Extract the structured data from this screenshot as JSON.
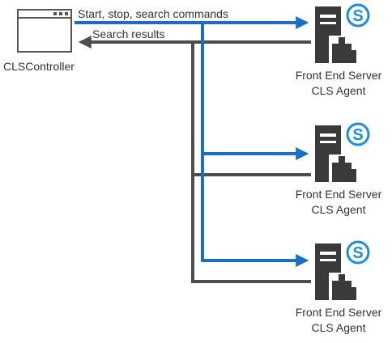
{
  "controller": {
    "label": "CLSController",
    "icon": "application-window-icon"
  },
  "connections": {
    "commands_label": "Start, stop, search commands",
    "results_label": "Search results",
    "commands_color": "#1a6fc4",
    "results_color": "#4d4d4d"
  },
  "servers": [
    {
      "line1": "Front End Server",
      "line2": "CLS Agent",
      "icon": "server-icon",
      "badge": "skype-icon"
    },
    {
      "line1": "Front End Server",
      "line2": "CLS Agent",
      "icon": "server-icon",
      "badge": "skype-icon"
    },
    {
      "line1": "Front End Server",
      "line2": "CLS Agent",
      "icon": "server-icon",
      "badge": "skype-icon"
    }
  ],
  "colors": {
    "server_body": "#3a3a3a",
    "skype_blue": "#1e8fd6",
    "window_stroke": "#555555"
  }
}
